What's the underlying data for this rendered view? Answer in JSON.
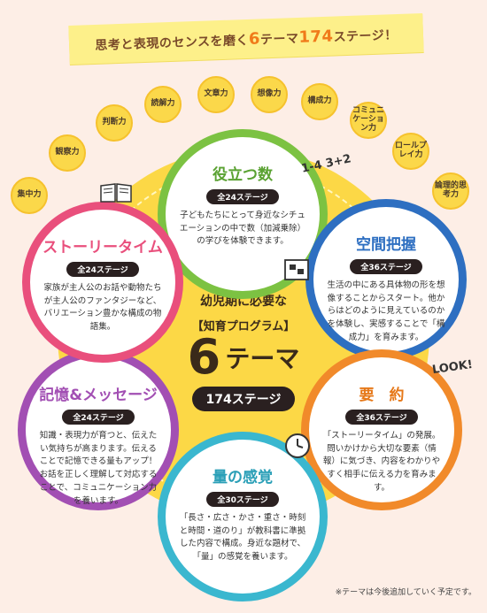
{
  "banner": {
    "prefix": "思考と表現のセンスを磨く",
    "six": "6",
    "mid": "テーマ",
    "count": "174",
    "suffix": "ステージ！"
  },
  "skills": [
    "集中力",
    "観察力",
    "判断力",
    "読解力",
    "文章力",
    "想像力",
    "構成力",
    "コミュニケーション力",
    "ロールプレイ力",
    "論理的思考力"
  ],
  "center": {
    "lead": "幼児期に必要な",
    "program": "【知育プログラム】",
    "six": "6",
    "theme": "テーマ",
    "stages": "174ステージ"
  },
  "themes": {
    "yakudatsu": {
      "title": "役立つ数",
      "stages": "全24ステージ",
      "desc": "子どもたちにとって身近なシチュエーションの中で数（加減乗除）の学びを体験できます。",
      "color": "#7cc242"
    },
    "kukan": {
      "title": "空間把握",
      "stages": "全36ステージ",
      "desc": "生活の中にある具体物の形を想像することからスタート。他からはどのように見えているのかを体験し、実感することで「構成力」を育みます。",
      "color": "#2e6fc1"
    },
    "yoyaku": {
      "title": "要　約",
      "stages": "全36ステージ",
      "desc": "「ストーリータイム」の発展。問いかけから大切な要素（情報）に気づき、内容をわかりやすく相手に伝える力を育みます。",
      "color": "#f18a2a"
    },
    "ryou": {
      "title": "量の感覚",
      "stages": "全30ステージ",
      "desc": "「長さ・広さ・かさ・重さ・時刻と時間・道のり」が教科書に準拠した内容で構成。身近な題材で、「量」の感覚を養います。",
      "color": "#3ab7cf"
    },
    "kioku": {
      "title": "記憶&メッセージ",
      "stages": "全24ステージ",
      "desc": "知識・表現力が育つと、伝えたい気持ちが高まります。伝えることで記憶できる量もアップ！お話を正しく理解して対応することで、コミュニケーション力を養います。",
      "color": "#a24fb3"
    },
    "story": {
      "title": "ストーリータイム",
      "stages": "全24ステージ",
      "desc": "家族が主人公のお話や動物たちが主人公のファンタジーなど、バリエーション豊かな構成の物語集。",
      "color": "#e94f7c"
    }
  },
  "note": "※テーマは今後追加していく予定です。",
  "decorations": {
    "math": "1-4 3+2",
    "look": "LOOK!"
  }
}
